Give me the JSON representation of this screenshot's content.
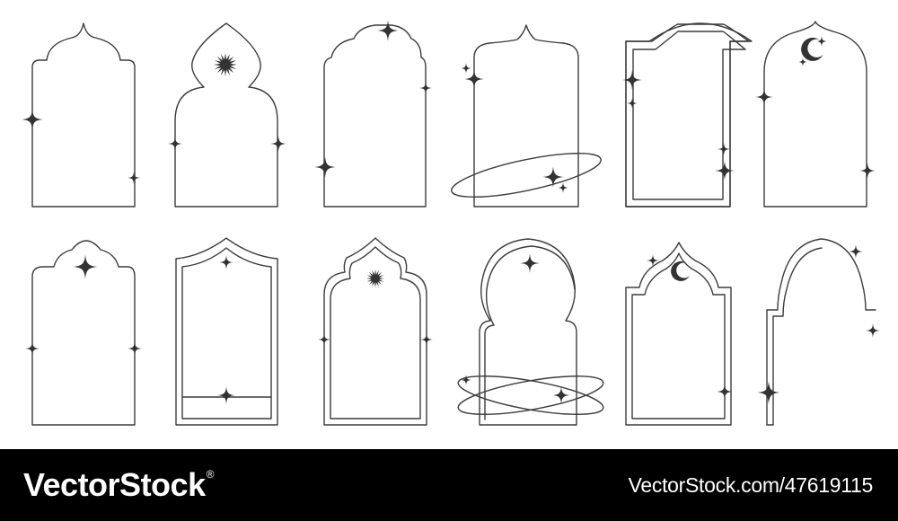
{
  "colors": {
    "background": "#ffffff",
    "stroke": "#3c3c3c",
    "ornament": "#333333",
    "footer_background": "#000000",
    "footer_text": "#ffffff"
  },
  "artwork": {
    "rows": [
      [
        "dome-arch-sparkles",
        "onion-dome-arch-burst-star",
        "dome-arch-top-sparkle",
        "spire-arch-orbit-ring",
        "double-frame-arch-sparkles",
        "pointed-arch-crescent-moon"
      ],
      [
        "dome-arch-glow-star",
        "double-frame-pointed-arch",
        "double-onion-arch-burst-star",
        "double-horseshoe-arch-orbit-rings",
        "double-dome-arch-crescent-moon",
        "double-round-arch-sparkles"
      ]
    ],
    "ornaments": [
      "four-point-sparkle",
      "burst-star",
      "crescent-moon",
      "orbit-ring"
    ]
  },
  "footer": {
    "brand": "VectorStock",
    "registered_mark": "®",
    "stock_id": "VectorStock.com/47619115"
  }
}
